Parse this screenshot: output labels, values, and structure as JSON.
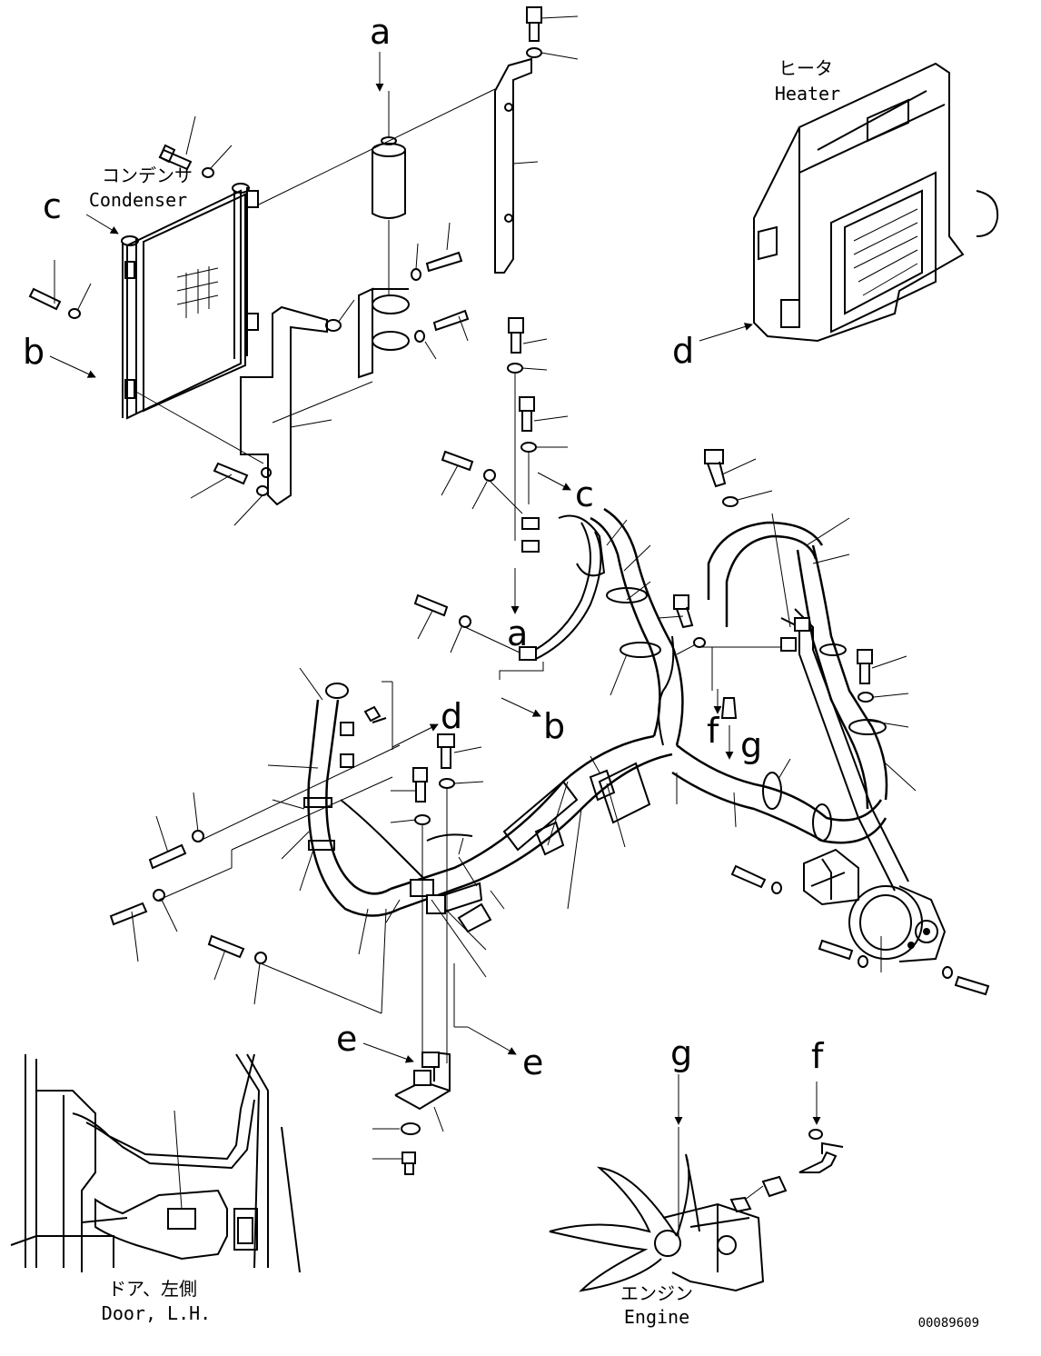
{
  "components": {
    "condenser": {
      "jp": "コンデンサ",
      "en": "Condenser"
    },
    "heater": {
      "jp": "ヒータ",
      "en": "Heater"
    },
    "door": {
      "jp": "ドア、左側",
      "en": "Door, L.H."
    },
    "engine": {
      "jp": "エンジン",
      "en": "Engine"
    }
  },
  "callouts": [
    "a",
    "b",
    "c",
    "d",
    "e",
    "f",
    "g"
  ],
  "drawing_number": "00089609"
}
